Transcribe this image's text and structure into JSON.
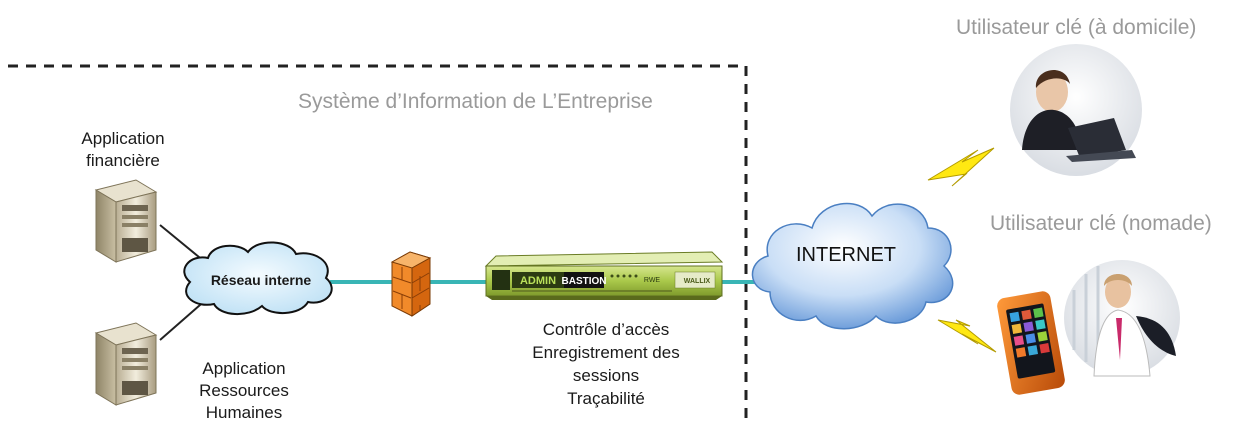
{
  "title": "Système d’Information de L’Entreprise",
  "user_home": "Utilisateur clé (à domicile)",
  "user_nomad": "Utilisateur clé (nomade)",
  "app_finance": [
    "Application",
    "financière"
  ],
  "app_hr": [
    "Application",
    "Ressources",
    "Humaines"
  ],
  "network_label": "Réseau interne",
  "internet_label": "INTERNET",
  "features": [
    "Contrôle d’accès",
    "Enregistrement des",
    "sessions",
    "Traçabilité"
  ],
  "appliance": {
    "brand_left": "ADMIN",
    "brand_right": "BASTION",
    "model": "RWE",
    "vendor": "WALLIX"
  },
  "colors": {
    "cable": "#39b5b5",
    "cloud_light": "#dff0fb",
    "cloud_blue": "#7fb2e8",
    "appliance": "#a9c84a",
    "firewall": "#ee7a1a",
    "lightning": "#ffe812"
  }
}
